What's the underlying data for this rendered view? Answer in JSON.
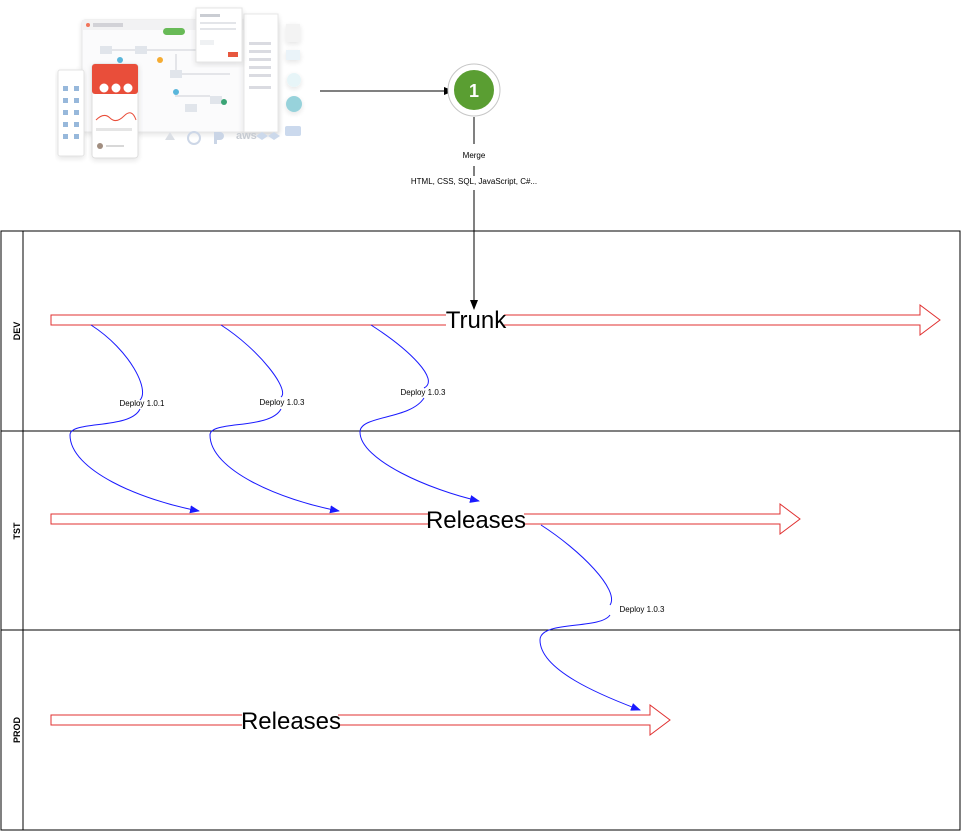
{
  "step": {
    "number": "1"
  },
  "merge": {
    "label": "Merge",
    "technologies": "HTML, CSS, SQL, JavaScript, C#..."
  },
  "lanes": [
    {
      "id": "dev",
      "label": "DEV"
    },
    {
      "id": "tst",
      "label": "TST"
    },
    {
      "id": "prod",
      "label": "PROD"
    }
  ],
  "arrows": {
    "trunk": "Trunk",
    "tst_releases": "Releases",
    "prod_releases": "Releases"
  },
  "deploys": [
    {
      "label": "Deploy 1.0.1"
    },
    {
      "label": "Deploy 1.0.3"
    },
    {
      "label": "Deploy 1.0.3"
    },
    {
      "label": "Deploy 1.0.3"
    }
  ],
  "screenshot_tools": {
    "brand_logos": [
      "aws"
    ]
  },
  "colors": {
    "block_arrow_stroke": "#e03030",
    "deploy_curve": "#1a1aff",
    "step_badge": "#5a9e32",
    "lane_border": "#000000"
  }
}
